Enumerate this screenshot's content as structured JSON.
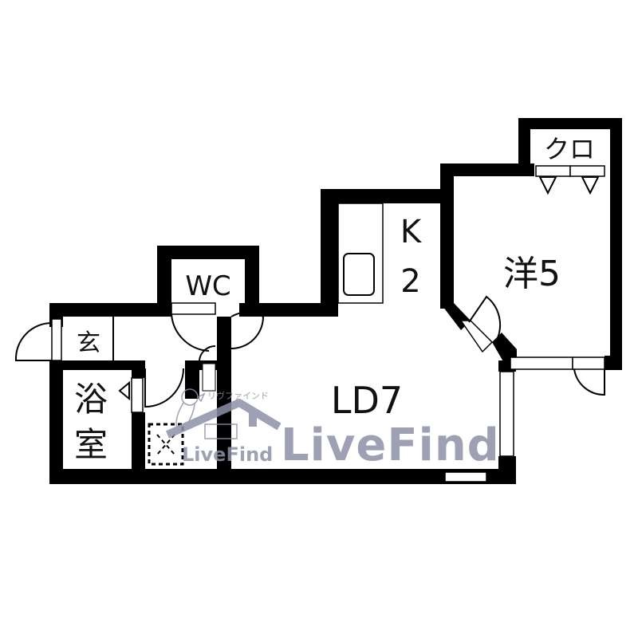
{
  "floor_plan": {
    "rooms": [
      {
        "id": "closet",
        "label": "クロ"
      },
      {
        "id": "kitchen",
        "label_line1": "K",
        "label_line2": "2"
      },
      {
        "id": "western_room",
        "label": "洋5"
      },
      {
        "id": "toilet",
        "label": "WC"
      },
      {
        "id": "entrance",
        "label": "玄"
      },
      {
        "id": "bathroom",
        "label_line1": "浴",
        "label_line2": "室"
      },
      {
        "id": "living_dining",
        "label": "LD7"
      }
    ],
    "colors": {
      "wall": "#000000",
      "background": "#ffffff",
      "watermark": "#8d91a6"
    }
  },
  "watermark": {
    "brand": "LiveFind",
    "small_brand": "LiveFind",
    "kana": "リヴファインド"
  }
}
